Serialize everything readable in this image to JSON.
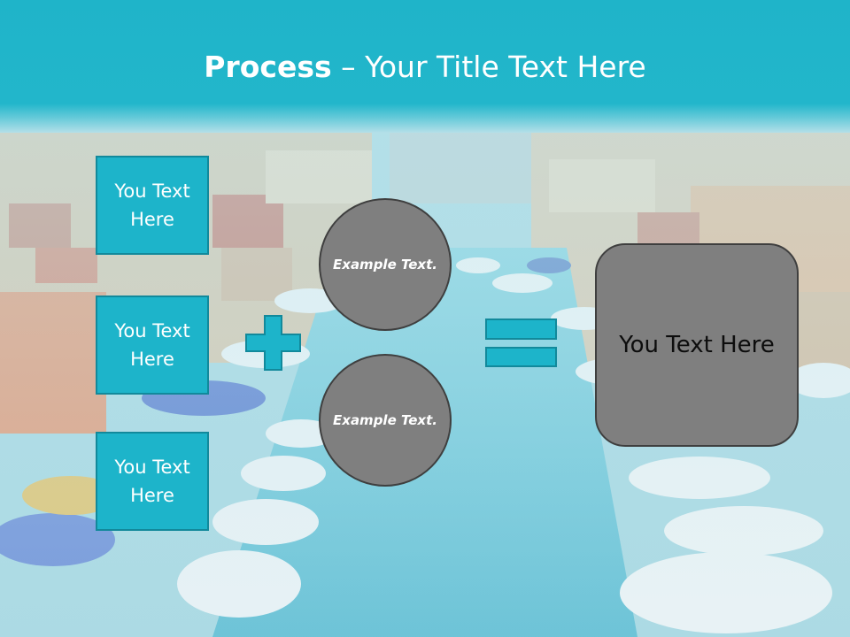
{
  "slide": {
    "title_bold": "Process",
    "title_rest": " – Your Title Text Here",
    "left_boxes": [
      "You Text Here",
      "You Text Here",
      "You Text Here"
    ],
    "circles": [
      "Example Text.",
      "Example Text."
    ],
    "result_text": "You Text Here",
    "plus_symbol": "plus-icon",
    "equals_symbol": "equals-icon",
    "colors": {
      "accent": "#1db4ca",
      "accent_border": "#12899b",
      "circle_fill": "#7f7f7f",
      "circle_border": "#3f3f3f"
    }
  }
}
